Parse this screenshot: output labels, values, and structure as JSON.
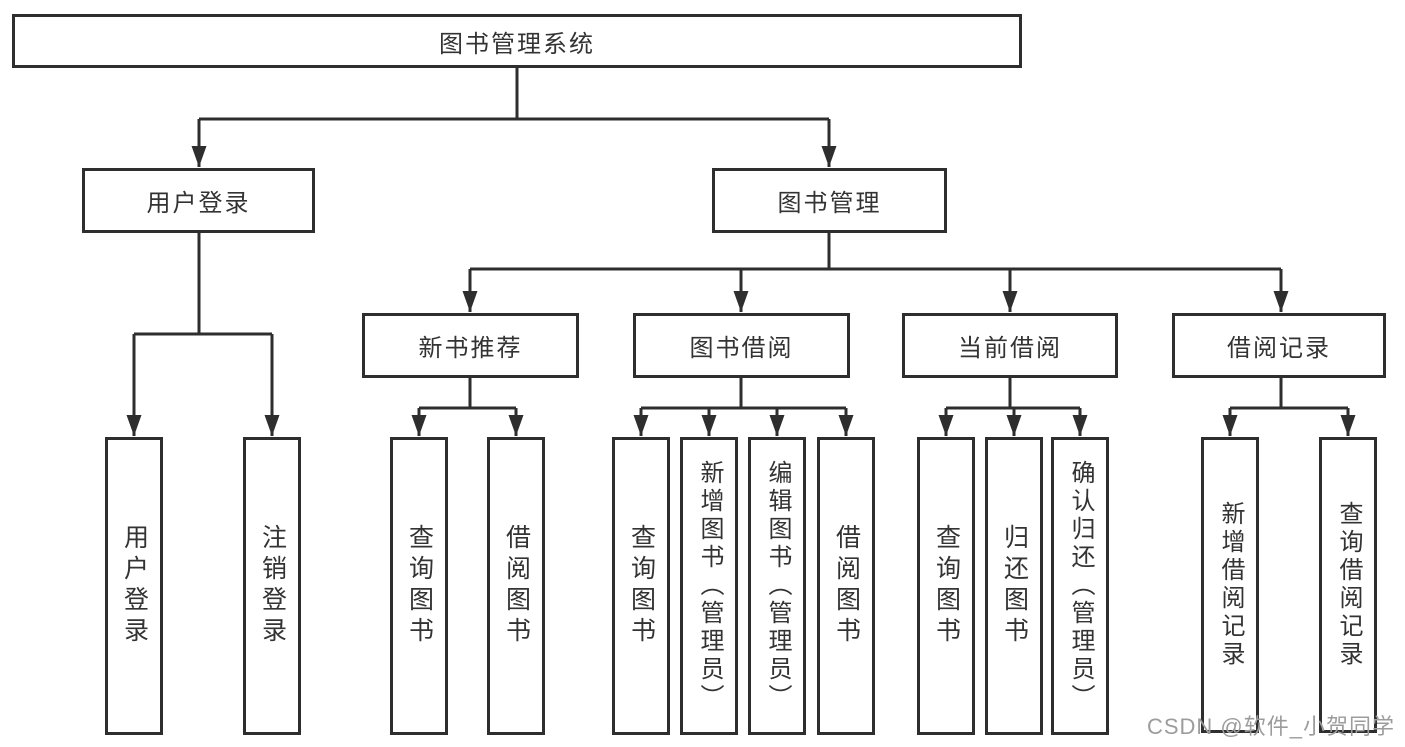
{
  "diagram": {
    "title_note": "library management system feature tree",
    "root": {
      "label": "图书管理系统"
    },
    "level2": [
      {
        "label": "用户登录"
      },
      {
        "label": "图书管理"
      }
    ],
    "level3": [
      {
        "label": "新书推荐",
        "parent": "图书管理"
      },
      {
        "label": "图书借阅",
        "parent": "图书管理"
      },
      {
        "label": "当前借阅",
        "parent": "图书管理"
      },
      {
        "label": "借阅记录",
        "parent": "图书管理"
      }
    ],
    "level4": [
      {
        "label": "用户登录",
        "parent": "用户登录"
      },
      {
        "label": "注销登录",
        "parent": "用户登录"
      },
      {
        "label": "查询图书",
        "parent": "新书推荐"
      },
      {
        "label": "借阅图书",
        "parent": "新书推荐"
      },
      {
        "label": "查询图书",
        "parent": "图书借阅"
      },
      {
        "label": "新增图书（管理员）",
        "parent": "图书借阅"
      },
      {
        "label": "编辑图书（管理员）",
        "parent": "图书借阅"
      },
      {
        "label": "借阅图书",
        "parent": "图书借阅"
      },
      {
        "label": "查询图书",
        "parent": "当前借阅"
      },
      {
        "label": "归还图书",
        "parent": "当前借阅"
      },
      {
        "label": "确认归还（管理员）",
        "parent": "当前借阅"
      },
      {
        "label": "新增借阅记录",
        "parent": "借阅记录"
      },
      {
        "label": "查询借阅记录",
        "parent": "借阅记录"
      }
    ]
  },
  "watermark": {
    "text": "CSDN @软件_小贺同学"
  },
  "colors": {
    "line": "#2e2e2e",
    "text": "#333333",
    "box_bg": "#ffffff",
    "watermark": "#9c9c9c"
  }
}
